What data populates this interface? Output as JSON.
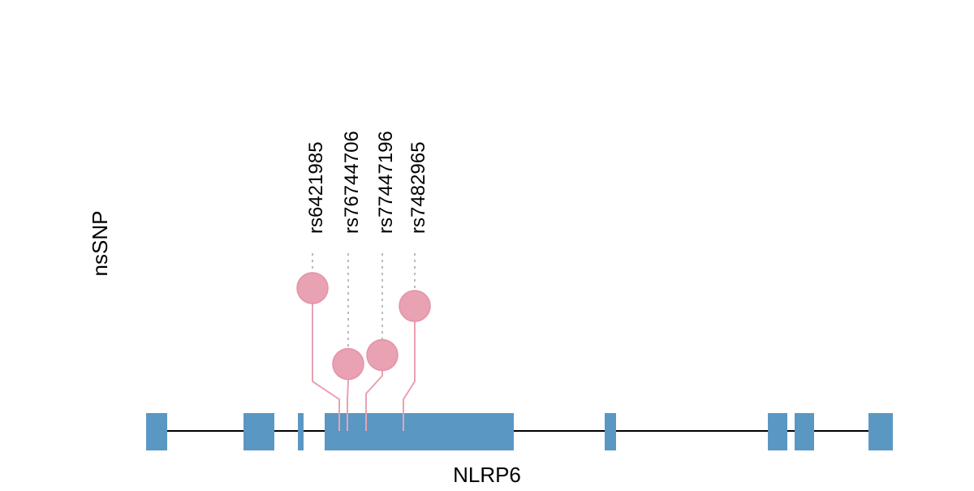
{
  "chart_data": {
    "type": "lollipop",
    "ylabel": "nsSNP",
    "gene_label": "NLRP6",
    "xlim": [
      0,
      920
    ],
    "exons": [
      [
        0,
        26
      ],
      [
        120,
        158
      ],
      [
        187,
        194
      ],
      [
        220,
        453
      ],
      [
        565,
        579
      ],
      [
        766,
        790
      ],
      [
        799,
        823
      ],
      [
        890,
        920
      ]
    ],
    "snps": [
      {
        "id": "rs6421985",
        "position": 238,
        "score": 3.0
      },
      {
        "id": "rs76744706",
        "position": 248,
        "score": 1.3
      },
      {
        "id": "rs77447196",
        "position": 271,
        "score": 1.5
      },
      {
        "id": "rs7482965",
        "position": 317,
        "score": 2.6
      }
    ],
    "colors": {
      "exon": "#5b97c3",
      "snp_fill": "#e8a2b2",
      "snp_stroke": "#e592a9",
      "guide": "#bbbbbb",
      "intron": "#000000"
    }
  }
}
